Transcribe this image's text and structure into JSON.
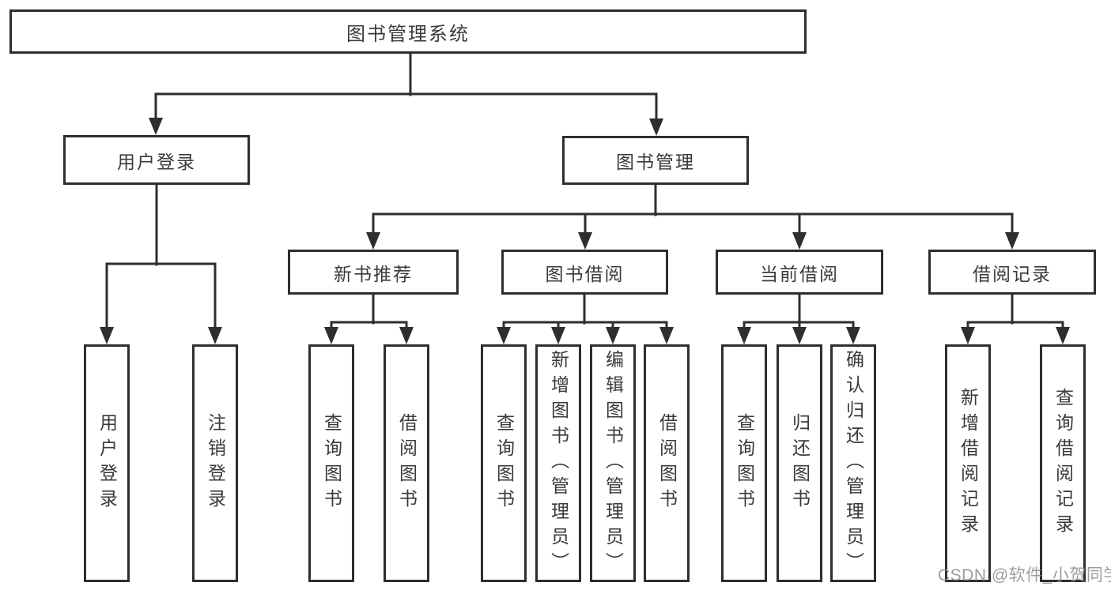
{
  "diagram": {
    "root": "图书管理系统",
    "level2": {
      "user_login": "用户登录",
      "book_management": "图书管理"
    },
    "level3": {
      "new_book_recommend": "新书推荐",
      "book_borrowing": "图书借阅",
      "current_borrowing": "当前借阅",
      "borrowing_records": "借阅记录"
    },
    "leaves_user": [
      "用户登录",
      "注销登录"
    ],
    "leaves_recommend": [
      "查询图书",
      "借阅图书"
    ],
    "leaves_borrow": [
      "查询图书",
      "新增图书（管理员）",
      "编辑图书（管理员）",
      "借阅图书"
    ],
    "leaves_current": [
      "查询图书",
      "归还图书",
      "确认归还（管理员）"
    ],
    "leaves_records": [
      "新增借阅记录",
      "查询借阅记录"
    ]
  },
  "watermark": "CSDN @软件_小贺同学",
  "colors": {
    "line": "#2e2e2e",
    "text": "#3a3a3a",
    "watermark": "#8c8c8c",
    "background": "#ffffff"
  }
}
